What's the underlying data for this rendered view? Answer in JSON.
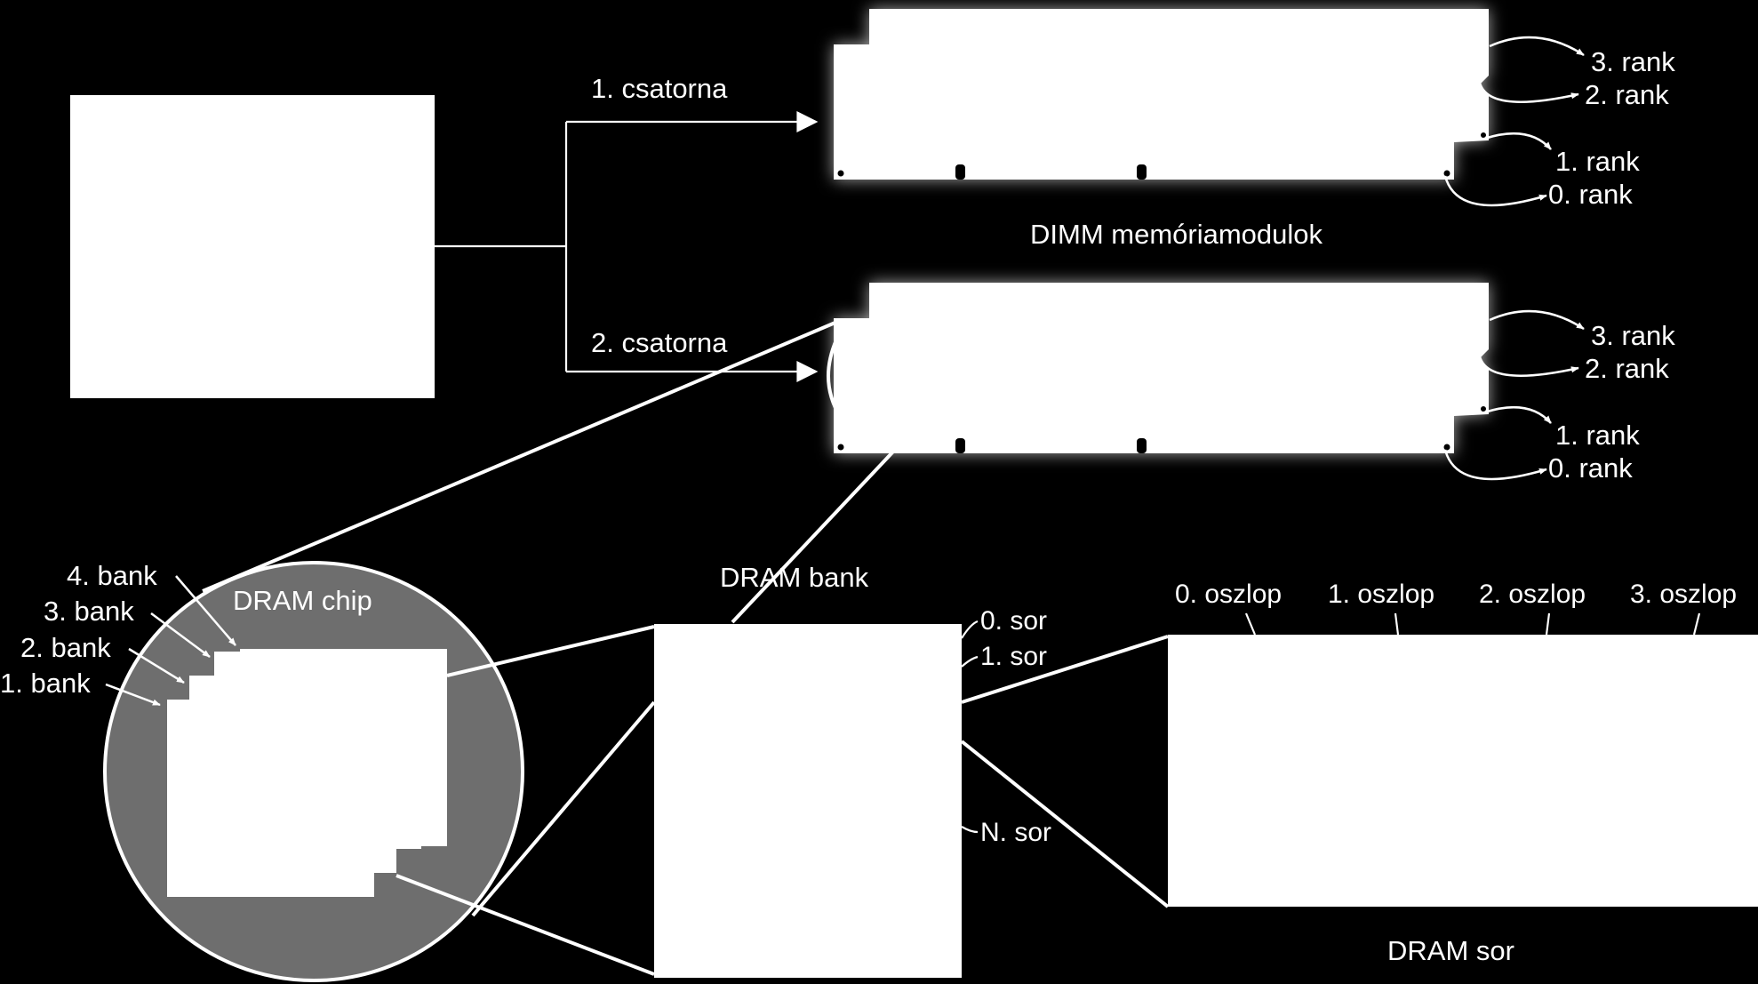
{
  "channels": {
    "first": "1. csatorna",
    "second": "2. csatorna"
  },
  "dimm_caption": "DIMM memóriamodulok",
  "ranks_top": [
    "3. rank",
    "2. rank",
    "1. rank",
    "0. rank"
  ],
  "ranks_bottom": [
    "3. rank",
    "2. rank",
    "1. rank",
    "0. rank"
  ],
  "chip": {
    "title": "DRAM chip",
    "banks": [
      "4. bank",
      "3. bank",
      "2. bank",
      "1. bank"
    ]
  },
  "bank": {
    "title": "DRAM bank",
    "rows": [
      "0. sor",
      "1. sor",
      "N. sor"
    ]
  },
  "row": {
    "title": "DRAM sor",
    "columns": [
      "0. oszlop",
      "1. oszlop",
      "2. oszlop",
      "3. oszlop"
    ]
  },
  "colors": {
    "background": "#000000",
    "foreground": "#ffffff",
    "chip_fill": "#6e6e6e"
  }
}
